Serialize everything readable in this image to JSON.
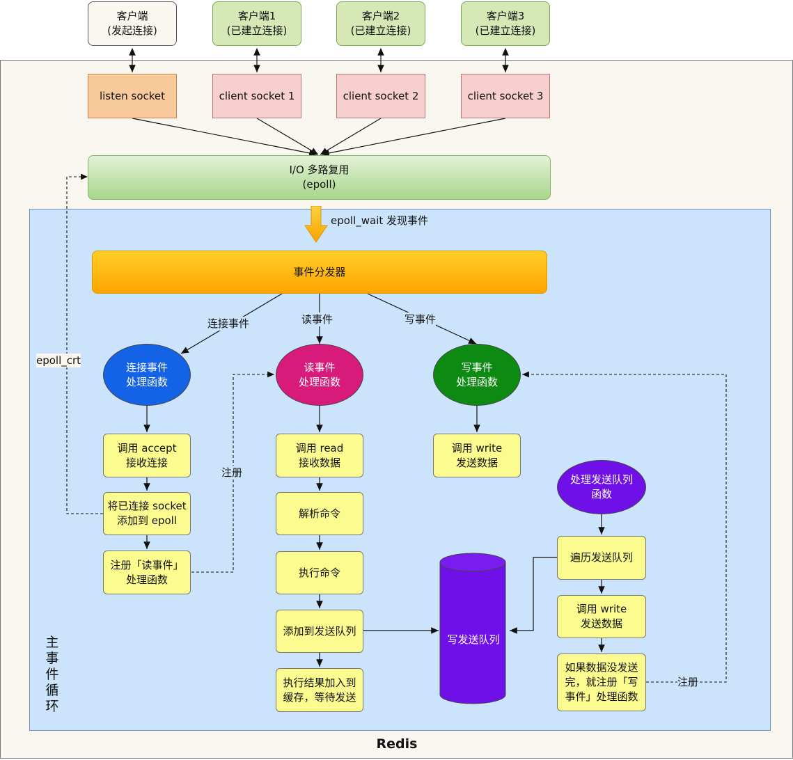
{
  "clients": {
    "connecting": "客户端\n(发起连接)",
    "c1": "客户端1\n(已建立连接)",
    "c2": "客户端2\n(已建立连接)",
    "c3": "客户端3\n(已建立连接)"
  },
  "sockets": {
    "listen": "listen socket",
    "cs1": "client socket 1",
    "cs2": "client socket 2",
    "cs3": "client socket 3"
  },
  "io_multiplex": "I/O 多路复用\n(epoll)",
  "epoll_wait_label": "epoll_wait 发现事件",
  "dispatcher": "事件分发器",
  "edge_labels": {
    "connect_event": "连接事件",
    "read_event": "读事件",
    "write_event": "写事件",
    "epoll_ctl": "epoll_crt",
    "register_left": "注册",
    "register_right": "注册"
  },
  "handlers": {
    "connect": "连接事件\n处理函数",
    "read": "读事件\n处理函数",
    "write": "写事件\n处理函数",
    "send_queue": "处理发送队列\n函数"
  },
  "connect_steps": [
    "调用 accept\n接收连接",
    "将已连接 socket\n添加到 epoll",
    "注册「读事件」\n处理函数"
  ],
  "read_steps": [
    "调用 read\n接收数据",
    "解析命令",
    "执行命令",
    "添加到发送队列",
    "执行结果加入到\n缓存，等待发送"
  ],
  "write_steps": [
    "调用 write\n发送数据"
  ],
  "queue_steps": [
    "遍历发送队列",
    "调用 write\n发送数据",
    "如果数据没发送\n完，就注册「写\n事件」处理函数"
  ],
  "send_queue_label": "写发送队列",
  "main_loop_label": "主\n事\n件\n循\n环",
  "redis_label": "Redis",
  "colors": {
    "connect_handler": "#1462e6",
    "read_handler": "#d81b7a",
    "write_handler": "#0d8a12",
    "queue_handler": "#7010e8",
    "send_queue": "#7010e8"
  }
}
